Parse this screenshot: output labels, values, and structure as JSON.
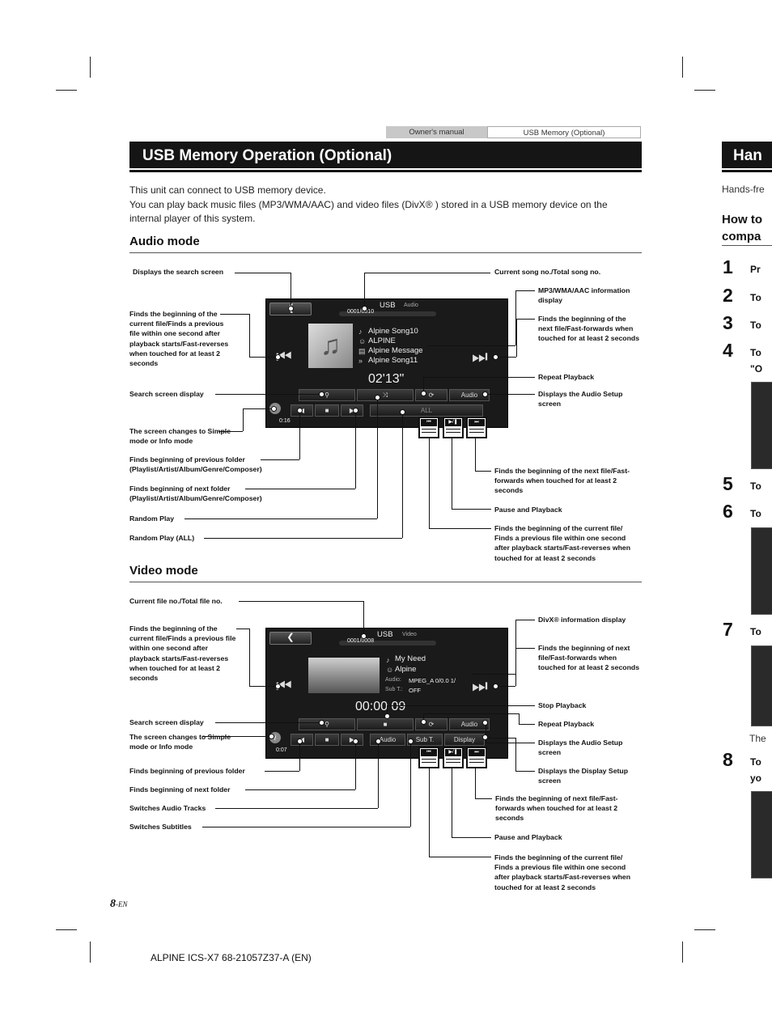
{
  "header": {
    "tab_left": "Owner's manual",
    "tab_right": "USB Memory (Optional)"
  },
  "banner": {
    "title": "USB Memory Operation (Optional)"
  },
  "intro": {
    "line1": "This unit can connect to USB memory device.",
    "line2": "You can play back music files (MP3/WMA/AAC) and video files (DivX® ) stored in a USB memory device on the internal player of this system."
  },
  "audio_mode": {
    "title": "Audio mode",
    "screen": {
      "source": "USB",
      "sub": "Audio",
      "counter": "0001/0010",
      "songs": [
        "Alpine Song10",
        "ALPINE",
        "Alpine Message",
        "Alpine Song11"
      ],
      "time": "02'13\"",
      "audio_btn": "Audio",
      "all_btn": "ALL",
      "clock": "0:16"
    },
    "labels": {
      "search_screen": "Displays the search screen",
      "prev_file": "Finds the beginning of the current file/Finds a previous file within one second after playback starts/Fast-reverses when touched for at least 2 seconds",
      "search_display": "Search screen display",
      "simple_mode": "The screen changes to Simple mode or Info mode",
      "prev_folder": "Finds beginning of previous folder (Playlist/Artist/Album/Genre/Composer)",
      "next_folder": "Finds beginning of next folder (Playlist/Artist/Album/Genre/Composer)",
      "random": "Random Play",
      "random_all": "Random Play (ALL)",
      "song_no": "Current song no./Total song no.",
      "info": "MP3/WMA/AAC information display",
      "next_file": "Finds the beginning of the next file/Fast-forwards when touched for at least 2 seconds",
      "repeat": "Repeat Playback",
      "audio_setup": "Displays the Audio Setup screen",
      "next_file2": "Finds the beginning of the next file/Fast-forwards when touched for at least 2 seconds",
      "pause": "Pause and Playback",
      "prev_file2": "Finds the beginning of the current file/ Finds a previous file within one second after playback starts/Fast-reverses when touched for at least 2 seconds"
    }
  },
  "video_mode": {
    "title": "Video mode",
    "screen": {
      "source": "USB",
      "sub": "Video",
      "counter": "0001/0008",
      "title_line": "My Need",
      "artist_line": "Alpine",
      "audio_label": "Audio:",
      "audio_val": "MPEG_A  0/0.0  1/",
      "sub_label": "Sub T.:",
      "sub_val": "OFF",
      "time": "00:00 09",
      "audio_btn": "Audio",
      "subt_btn": "Sub T.",
      "display_btn": "Display",
      "clock": "0:07"
    },
    "labels": {
      "file_no": "Current file no./Total file no.",
      "prev_file": "Finds the beginning of the current file/Finds a previous file within one second after playback starts/Fast-reverses when touched for at least 2 seconds",
      "search_display": "Search screen display",
      "simple_mode": "The screen changes to Simple mode or Info mode",
      "prev_folder": "Finds beginning of previous folder",
      "next_folder": "Finds beginning of next folder",
      "audio_tracks": "Switches Audio Tracks",
      "subtitles": "Switches Subtitles",
      "divx_info": "DivX® information display",
      "next_file": "Finds the beginning of next file/Fast-forwards when touched for at least 2 seconds",
      "stop": "Stop Playback",
      "repeat": "Repeat Playback",
      "audio_setup": "Displays the Audio Setup screen",
      "display_setup": "Displays the Display Setup screen",
      "next_file2": "Finds the beginning of next file/Fast-forwards when touched for at least 2 seconds",
      "pause": "Pause and Playback",
      "prev_file2": "Finds the beginning of the current file/ Finds a previous file within one second after playback starts/Fast-reverses when touched for at least 2 seconds"
    }
  },
  "footer": {
    "page": "8",
    "page_suffix": "-EN",
    "code": "ALPINE ICS-X7 68-21057Z37-A (EN)"
  },
  "right_page": {
    "banner": "Han",
    "sub": "Hands-fre",
    "heading1": "How to",
    "heading2": "compa",
    "steps": [
      "1",
      "2",
      "3",
      "4",
      "5",
      "6",
      "7",
      "8"
    ],
    "step_texts": [
      "Pr",
      "To",
      "To",
      "To",
      "To",
      "To",
      "To",
      "To"
    ],
    "extra1": "\"O",
    "extra2": "The",
    "extra3": "yo"
  }
}
